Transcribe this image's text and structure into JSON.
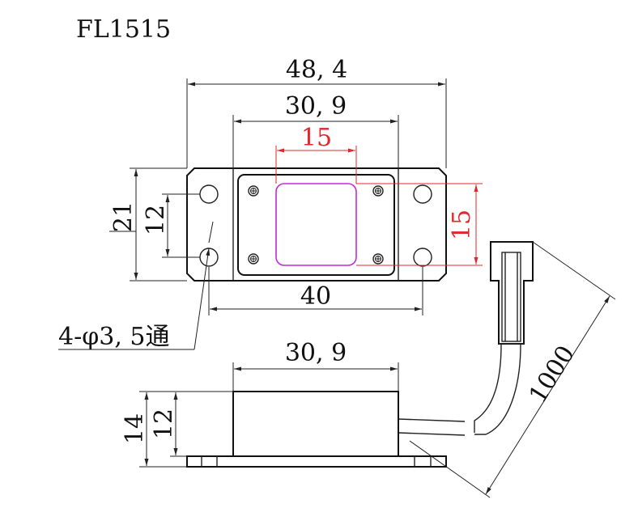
{
  "title": "FL1515",
  "colors": {
    "line": "#222222",
    "red": "#e0272a",
    "magenta": "#c02bd6"
  },
  "top_view": {
    "overall_width": "48, 4",
    "inner_width": "30, 9",
    "window_width": "15",
    "height": "21",
    "hole_spacing_v": "12",
    "window_height": "15",
    "hole_spacing_h": "40",
    "hole_note": "4-φ3, 5通"
  },
  "side_view": {
    "body_width": "30, 9",
    "total_height": "14",
    "body_height": "12",
    "cable_length": "1000"
  }
}
